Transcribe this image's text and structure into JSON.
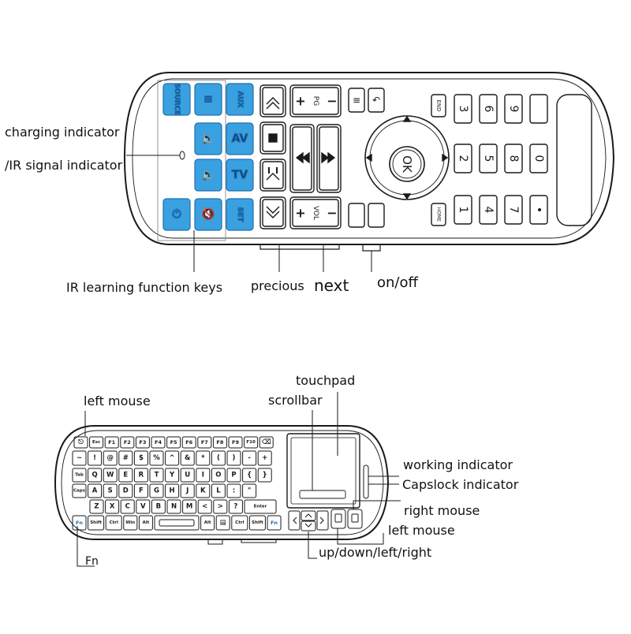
{
  "colors": {
    "outline": "#1a1a1a",
    "key_blue": "#3aa1e0",
    "key_blue_dark": "#1e6fb5",
    "fn_text": "#1e6fb5",
    "background": "#ffffff"
  },
  "remote": {
    "callouts": {
      "charging_indicator": "charging indicator",
      "ir_signal_indicator": "/IR signal indicator",
      "ir_learning_keys": "IR learning function keys",
      "precious": "precious",
      "next": "next",
      "on_off": "on/off"
    },
    "blue_keys": [
      {
        "id": "source",
        "label": "SOURCE"
      },
      {
        "id": "menu-1",
        "label": "≡"
      },
      {
        "id": "aux",
        "label": "AUX"
      },
      {
        "id": "mute-a",
        "label": "🔈"
      },
      {
        "id": "av",
        "label": "AV"
      },
      {
        "id": "mute-b",
        "label": "🔈"
      },
      {
        "id": "tv",
        "label": "TV"
      },
      {
        "id": "power",
        "label": "⏻"
      },
      {
        "id": "mute-c",
        "label": "🔇"
      },
      {
        "id": "set",
        "label": "SET"
      }
    ],
    "keys": {
      "pg": "PG",
      "vol": "VOL",
      "plus": "+",
      "minus": "−",
      "ok": "OK",
      "end": "END",
      "home": "HOME",
      "menu": "≡",
      "back": "↶",
      "numbers": [
        "3",
        "6",
        "9",
        "2",
        "5",
        "8",
        "0",
        "1",
        "4",
        "7",
        "•"
      ]
    }
  },
  "keyboard": {
    "callouts": {
      "touchpad": "touchpad",
      "scrollbar": "scrollbar",
      "left_mouse_top": "left mouse",
      "working_indicator": "working indicator",
      "capslock_indicator": "Capslock indicator",
      "right_mouse": "right mouse",
      "left_mouse": "left mouse",
      "arrows": "up/down/left/right",
      "fn": "Fn"
    },
    "rows": [
      [
        "⎋",
        "Esc",
        "F1",
        "F2",
        "F3",
        "F4",
        "F5",
        "F6",
        "F7",
        "F8",
        "F9",
        "F10",
        "⌫"
      ],
      [
        "~",
        "!",
        "@",
        "#",
        "$",
        "%",
        "^",
        "&",
        "*",
        "(",
        ")",
        "-",
        "+"
      ],
      [
        "Tab",
        "Q",
        "W",
        "E",
        "R",
        "T",
        "Y",
        "U",
        "I",
        "O",
        "P",
        "{",
        "}"
      ],
      [
        "Caps",
        "A",
        "S",
        "D",
        "F",
        "G",
        "H",
        "J",
        "K",
        "L",
        ":",
        "\""
      ],
      [
        "Z",
        "X",
        "C",
        "V",
        "B",
        "N",
        "M",
        "<",
        ">",
        "?",
        "Enter"
      ],
      [
        "Fn",
        "Shift",
        "Ctrl",
        "Win",
        "Alt",
        "",
        "Alt",
        "▤",
        "Ctrl",
        "Shift",
        "Fn"
      ]
    ]
  }
}
